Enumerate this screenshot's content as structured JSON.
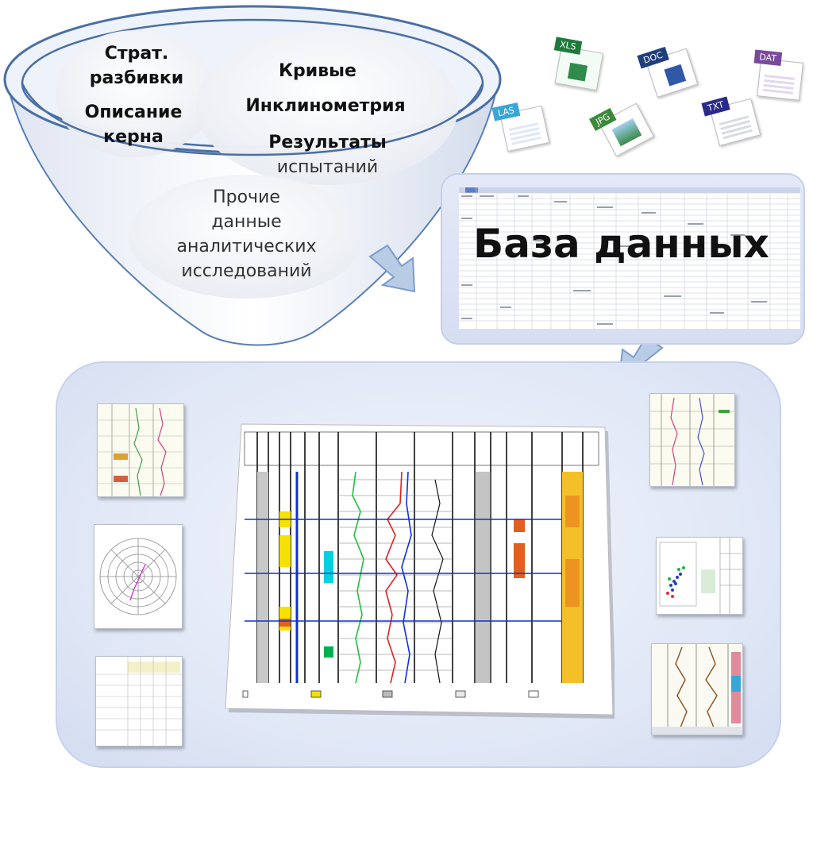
{
  "funnel": {
    "items": [
      {
        "id": "strat",
        "lines": [
          "Страт.",
          "разбивки"
        ]
      },
      {
        "id": "core",
        "lines": [
          "Описание",
          "керна"
        ]
      },
      {
        "id": "curves",
        "lines": [
          "Кривые"
        ]
      },
      {
        "id": "incl",
        "lines": [
          "Инклинометрия"
        ]
      },
      {
        "id": "tests",
        "lines": [
          "Результаты",
          "испытаний"
        ]
      },
      {
        "id": "other",
        "lines": [
          "Прочие",
          "данные",
          "аналитических",
          "исследований"
        ]
      }
    ]
  },
  "files": [
    {
      "label": "XLS",
      "color": "#1e7a3c",
      "icon": "xls-file-icon"
    },
    {
      "label": "DOC",
      "color": "#1f3f7a",
      "icon": "doc-file-icon"
    },
    {
      "label": "DAT",
      "color": "#7a4a9a",
      "icon": "dat-file-icon"
    },
    {
      "label": "LAS",
      "color": "#3aa6d8",
      "icon": "las-file-icon"
    },
    {
      "label": "JPG",
      "color": "#3a8a3a",
      "icon": "jpg-file-icon"
    },
    {
      "label": "TXT",
      "color": "#2a2a8a",
      "icon": "txt-file-icon"
    }
  ],
  "database": {
    "title": "База данных"
  },
  "colors": {
    "panel_fill": "#dfe6f5",
    "panel_border": "#c7d2ea",
    "funnel_rim": "#4a6fa5",
    "arrow_fill": "#b9cce6"
  }
}
